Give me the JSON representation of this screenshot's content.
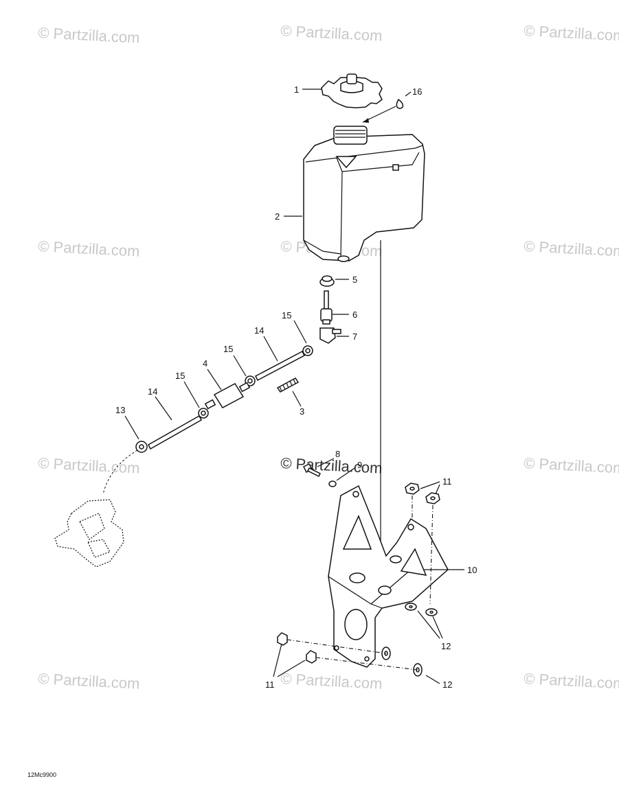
{
  "watermark_text": "© Partzilla.com",
  "drawing_code": "12Mc9900",
  "callouts": {
    "c1": "1",
    "c2": "2",
    "c3": "3",
    "c4": "4",
    "c5": "5",
    "c6": "6",
    "c7": "7",
    "c8": "8",
    "c9": "9",
    "c10": "10",
    "c11a": "11",
    "c11b": "11",
    "c12a": "12",
    "c12b": "12",
    "c13": "13",
    "c14a": "14",
    "c14b": "14",
    "c15a": "15",
    "c15b": "15",
    "c15c": "15",
    "c16": "16"
  }
}
